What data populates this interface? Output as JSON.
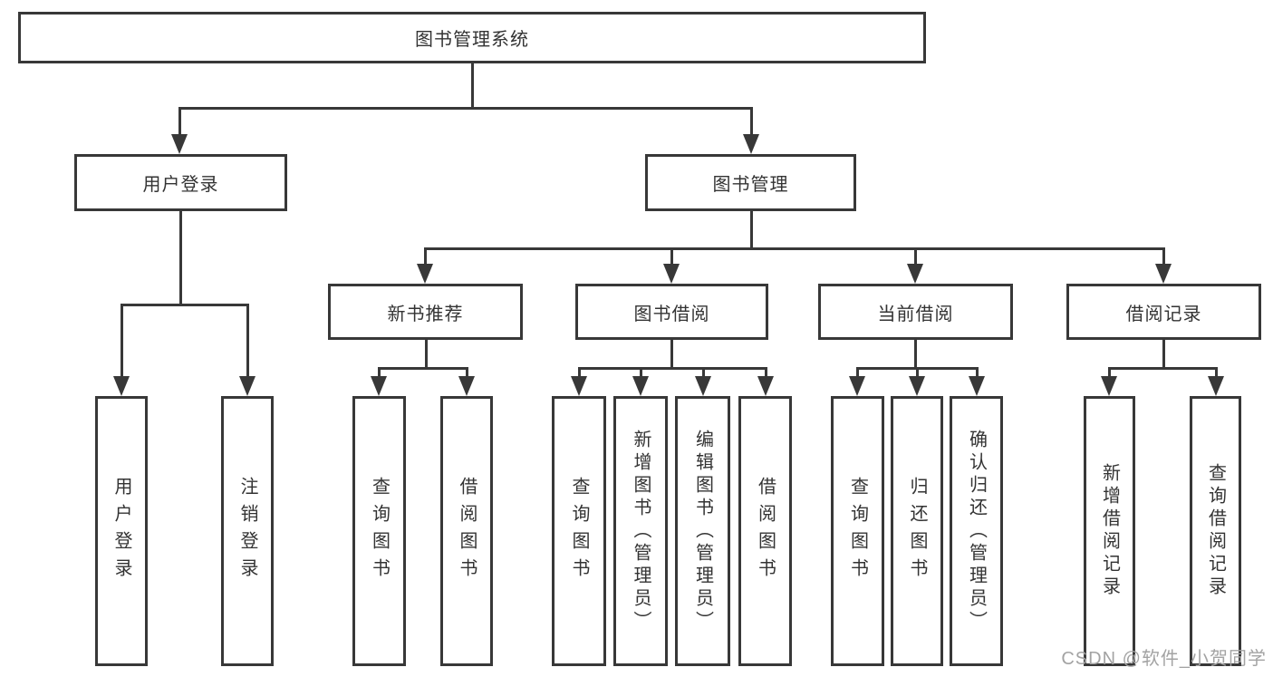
{
  "diagram": {
    "root": {
      "label": "图书管理系统"
    },
    "user_branch": {
      "label": "用户登录",
      "children": [
        {
          "label": "用户登录"
        },
        {
          "label": "注销登录"
        }
      ]
    },
    "book_branch": {
      "label": "图书管理",
      "sections": [
        {
          "label": "新书推荐",
          "children": [
            {
              "label": "查询图书"
            },
            {
              "label": "借阅图书"
            }
          ]
        },
        {
          "label": "图书借阅",
          "children": [
            {
              "label": "查询图书"
            },
            {
              "label": "新增图书（管理员）"
            },
            {
              "label": "编辑图书（管理员）"
            },
            {
              "label": "借阅图书"
            }
          ]
        },
        {
          "label": "当前借阅",
          "children": [
            {
              "label": "查询图书"
            },
            {
              "label": "归还图书"
            },
            {
              "label": "确认归还（管理员）"
            }
          ]
        },
        {
          "label": "借阅记录",
          "children": [
            {
              "label": "新增借阅记录"
            },
            {
              "label": "查询借阅记录"
            }
          ]
        }
      ]
    }
  },
  "watermark": {
    "text": "CSDN @软件_小贺同学"
  },
  "colors": {
    "line": "#383838",
    "text": "#333333",
    "background": "#ffffff",
    "watermark": "#a3a3a3"
  }
}
